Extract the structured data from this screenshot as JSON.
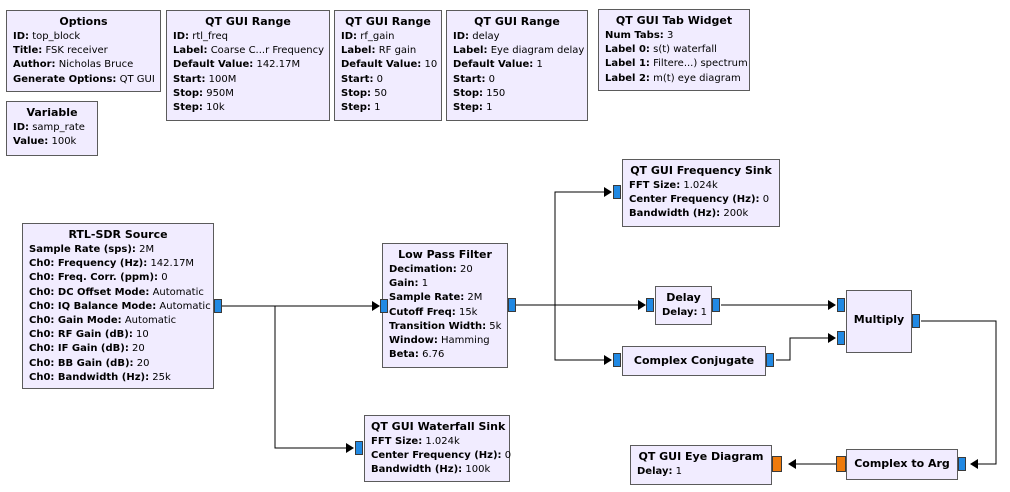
{
  "blocks": {
    "options": {
      "title": "Options",
      "params": [
        {
          "label": "ID:",
          "value": "top_block"
        },
        {
          "label": "Title:",
          "value": "FSK receiver"
        },
        {
          "label": "Author:",
          "value": "Nicholas Bruce"
        },
        {
          "label": "Generate Options:",
          "value": "QT GUI"
        }
      ]
    },
    "variable": {
      "title": "Variable",
      "params": [
        {
          "label": "ID:",
          "value": "samp_rate"
        },
        {
          "label": "Value:",
          "value": "100k"
        }
      ]
    },
    "range_rtl_freq": {
      "title": "QT GUI Range",
      "params": [
        {
          "label": "ID:",
          "value": "rtl_freq"
        },
        {
          "label": "Label:",
          "value": "Coarse C...r Frequency"
        },
        {
          "label": "Default Value:",
          "value": "142.17M"
        },
        {
          "label": "Start:",
          "value": "100M"
        },
        {
          "label": "Stop:",
          "value": "950M"
        },
        {
          "label": "Step:",
          "value": "10k"
        }
      ]
    },
    "range_rf_gain": {
      "title": "QT GUI Range",
      "params": [
        {
          "label": "ID:",
          "value": "rf_gain"
        },
        {
          "label": "Label:",
          "value": "RF gain"
        },
        {
          "label": "Default Value:",
          "value": "10"
        },
        {
          "label": "Start:",
          "value": "0"
        },
        {
          "label": "Stop:",
          "value": "50"
        },
        {
          "label": "Step:",
          "value": "1"
        }
      ]
    },
    "range_delay": {
      "title": "QT GUI Range",
      "params": [
        {
          "label": "ID:",
          "value": "delay"
        },
        {
          "label": "Label:",
          "value": "Eye diagram delay"
        },
        {
          "label": "Default Value:",
          "value": "1"
        },
        {
          "label": "Start:",
          "value": "0"
        },
        {
          "label": "Stop:",
          "value": "150"
        },
        {
          "label": "Step:",
          "value": "1"
        }
      ]
    },
    "tab_widget": {
      "title": "QT GUI Tab Widget",
      "params": [
        {
          "label": "Num Tabs:",
          "value": "3"
        },
        {
          "label": "Label 0:",
          "value": "s(t) waterfall"
        },
        {
          "label": "Label 1:",
          "value": "Filtere...) spectrum"
        },
        {
          "label": "Label 2:",
          "value": "m(t) eye diagram"
        }
      ]
    },
    "rtl_sdr": {
      "title": "RTL-SDR Source",
      "params": [
        {
          "label": "Sample Rate (sps):",
          "value": "2M"
        },
        {
          "label": "Ch0: Frequency (Hz):",
          "value": "142.17M"
        },
        {
          "label": "Ch0: Freq. Corr. (ppm):",
          "value": "0"
        },
        {
          "label": "Ch0: DC Offset Mode:",
          "value": "Automatic"
        },
        {
          "label": "Ch0: IQ Balance Mode:",
          "value": "Automatic"
        },
        {
          "label": "Ch0: Gain Mode:",
          "value": "Automatic"
        },
        {
          "label": "Ch0: RF Gain (dB):",
          "value": "10"
        },
        {
          "label": "Ch0: IF Gain (dB):",
          "value": "20"
        },
        {
          "label": "Ch0: BB Gain (dB):",
          "value": "20"
        },
        {
          "label": "Ch0: Bandwidth (Hz):",
          "value": "25k"
        }
      ]
    },
    "lpf": {
      "title": "Low Pass Filter",
      "params": [
        {
          "label": "Decimation:",
          "value": "20"
        },
        {
          "label": "Gain:",
          "value": "1"
        },
        {
          "label": "Sample Rate:",
          "value": "2M"
        },
        {
          "label": "Cutoff Freq:",
          "value": "15k"
        },
        {
          "label": "Transition Width:",
          "value": "5k"
        },
        {
          "label": "Window:",
          "value": "Hamming"
        },
        {
          "label": "Beta:",
          "value": "6.76"
        }
      ]
    },
    "freq_sink": {
      "title": "QT GUI Frequency Sink",
      "params": [
        {
          "label": "FFT Size:",
          "value": "1.024k"
        },
        {
          "label": "Center Frequency (Hz):",
          "value": "0"
        },
        {
          "label": "Bandwidth (Hz):",
          "value": "200k"
        }
      ]
    },
    "delay": {
      "title": "Delay",
      "params": [
        {
          "label": "Delay:",
          "value": "1"
        }
      ]
    },
    "multiply": {
      "title": "Multiply",
      "params": []
    },
    "conj": {
      "title": "Complex Conjugate",
      "params": []
    },
    "waterfall": {
      "title": "QT GUI Waterfall Sink",
      "params": [
        {
          "label": "FFT Size:",
          "value": "1.024k"
        },
        {
          "label": "Center Frequency (Hz):",
          "value": "0"
        },
        {
          "label": "Bandwidth (Hz):",
          "value": "100k"
        }
      ]
    },
    "eye": {
      "title": "QT GUI Eye Diagram",
      "params": [
        {
          "label": "Delay:",
          "value": "1"
        }
      ]
    },
    "c2arg": {
      "title": "Complex to Arg",
      "params": []
    }
  },
  "colors": {
    "block_fill": "#f1ecff",
    "complex_port": "#2189e3",
    "float_port": "#ee7a0c"
  }
}
